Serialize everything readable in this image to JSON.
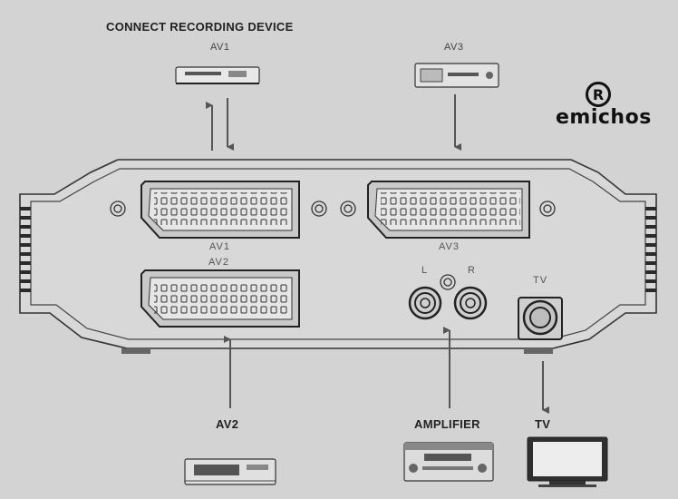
{
  "header": {
    "title": "CONNECT RECORDING DEVICE"
  },
  "devices": {
    "av1": {
      "label": "AV1"
    },
    "av3": {
      "label": "AV3"
    },
    "av2": {
      "label": "AV2"
    },
    "amplifier": {
      "label": "AMPLIFIER"
    },
    "tv": {
      "label": "TV"
    }
  },
  "ports": {
    "scart_av1": "AV1",
    "scart_av3": "AV3",
    "scart_av2": "AV2",
    "audio_l": "L",
    "audio_r": "R",
    "tv_out": "TV"
  },
  "brand": {
    "mark": "R",
    "name": "emichos"
  },
  "colors": {
    "background": "#d3d3d3",
    "line": "#3a3a3a",
    "arrow": "#555555"
  }
}
